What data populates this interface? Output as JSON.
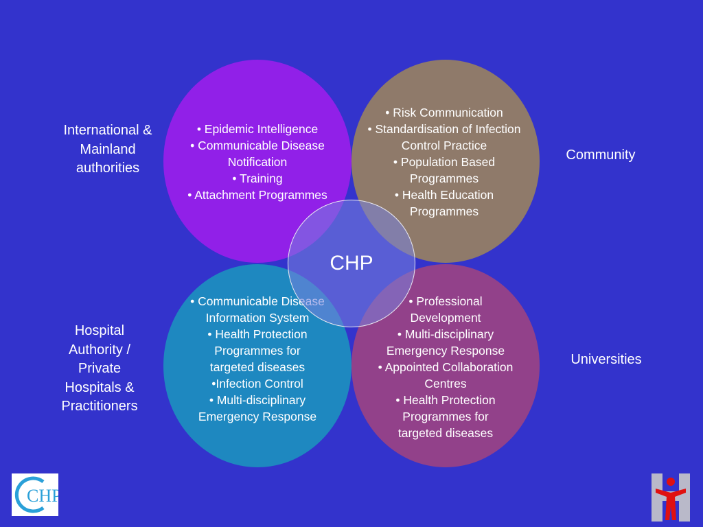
{
  "center": {
    "label": "CHP"
  },
  "sides": {
    "top_left": "International & Mainland authorities",
    "top_right": "Community",
    "bottom_left": "Hospital Authority / Private Hospitals & Practitioners",
    "bottom_right": "Universities"
  },
  "circles": {
    "top_left": {
      "color": "#9120e8",
      "items": [
        "• Epidemic Intelligence",
        "• Communicable Disease Notification",
        "• Training",
        "• Attachment Programmes"
      ]
    },
    "top_right": {
      "color": "#8f7a6a",
      "items": [
        "• Risk Communication",
        "• Standardisation of Infection Control Practice",
        "• Population Based Programmes",
        "• Health Education Programmes"
      ]
    },
    "bottom_left": {
      "color": "#1e88c0",
      "items": [
        "• Communicable Disease Information System",
        "• Health Protection Programmes for targeted diseases",
        "•Infection Control",
        "• Multi-disciplinary Emergency Response"
      ]
    },
    "bottom_right": {
      "color": "#92418a",
      "items": [
        "• Professional Development",
        "• Multi-disciplinary Emergency Response",
        "• Appointed Collaboration Centres",
        "• Health Protection Programmes for targeted diseases"
      ]
    }
  },
  "logos": {
    "chp_logo": "CHP",
    "h_logo": "H"
  },
  "colors": {
    "background": "#3333cc",
    "text": "#ffffff"
  }
}
